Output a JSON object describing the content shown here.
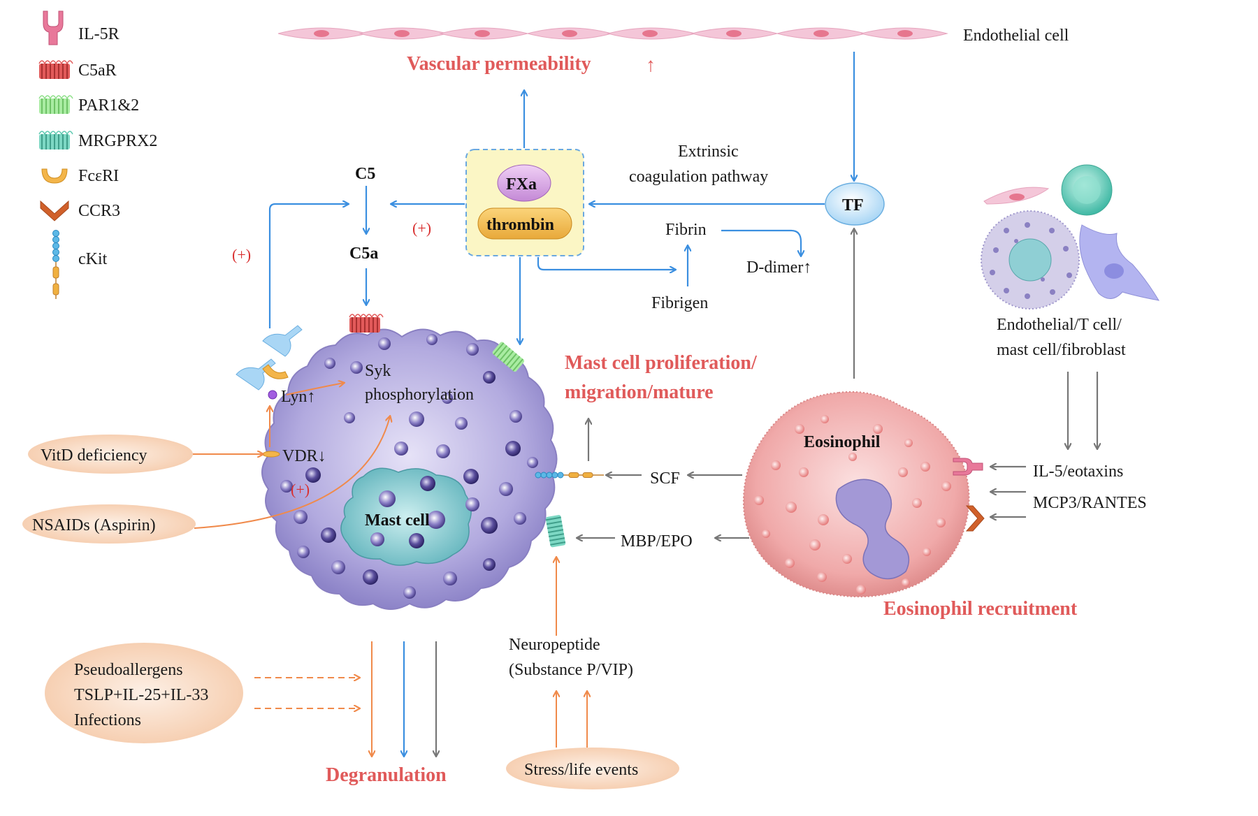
{
  "legend": [
    {
      "icon": "il5r-receptor-icon",
      "label": "IL-5R",
      "color": "#e8789a"
    },
    {
      "icon": "c5ar-receptor-icon",
      "label": "C5aR",
      "color": "#e04f4f"
    },
    {
      "icon": "par-receptor-icon",
      "label": "PAR1&2",
      "color": "#8fe08a"
    },
    {
      "icon": "mrgprx2-receptor-icon",
      "label": "MRGPRX2",
      "color": "#5cc9b0"
    },
    {
      "icon": "fceri-receptor-icon",
      "label": "FcεRI",
      "color": "#f0b040"
    },
    {
      "icon": "ccr3-receptor-icon",
      "label": "CCR3",
      "color": "#d0602a"
    },
    {
      "icon": "ckit-receptor-icon",
      "label": "cKit",
      "color": "#3aa0d0"
    }
  ],
  "labels": {
    "endothelial_cell": "Endothelial cell",
    "vascular_permeability": "Vascular permeability",
    "up_arrow": "↑",
    "c5": "C5",
    "c5a": "C5a",
    "plus": "(+)",
    "fxa": "FXa",
    "thrombin": "thrombin",
    "extrinsic_1": "Extrinsic",
    "extrinsic_2": "coagulation pathway",
    "tf": "TF",
    "fibrin": "Fibrin",
    "d_dimer": "D-dimer↑",
    "fibrinogen": "Fibrigen",
    "endothelial_t_1": "Endothelial/T cell/",
    "endothelial_t_2": "mast cell/fibroblast",
    "syk_1": "Syk",
    "syk_2": "phosphorylation",
    "lyn": "Lyn↑",
    "vdr": "VDR↓",
    "mast_cell": "Mast cell",
    "mast_prolif_1": "Mast cell proliferation/",
    "mast_prolif_2": "migration/mature",
    "scf": "SCF",
    "mbp_epo": "MBP/EPO",
    "eosinophil": "Eosinophil",
    "il5_eotaxins": "IL-5/eotaxins",
    "mcp3_rantes": "MCP3/RANTES",
    "eos_recruitment": "Eosinophil recruitment",
    "vitd": "VitD deficiency",
    "nsaids": "NSAIDs (Aspirin)",
    "pseudo_1": "Pseudoallergens",
    "pseudo_2": "TSLP+IL-25+IL-33",
    "pseudo_3": "Infections",
    "neuro_1": "Neuropeptide",
    "neuro_2": "(Substance P/VIP)",
    "stress": "Stress/life events",
    "degranulation": "Degranulation"
  },
  "colors": {
    "blue_arrow": "#3b8fe0",
    "orange_arrow": "#f08a4b",
    "gray_arrow": "#777777",
    "red_text": "#e05a5a",
    "mast_cell": "#9f97d6",
    "eosinophil": "#f0a7a7",
    "pill_bg": "#f8d9c4"
  }
}
